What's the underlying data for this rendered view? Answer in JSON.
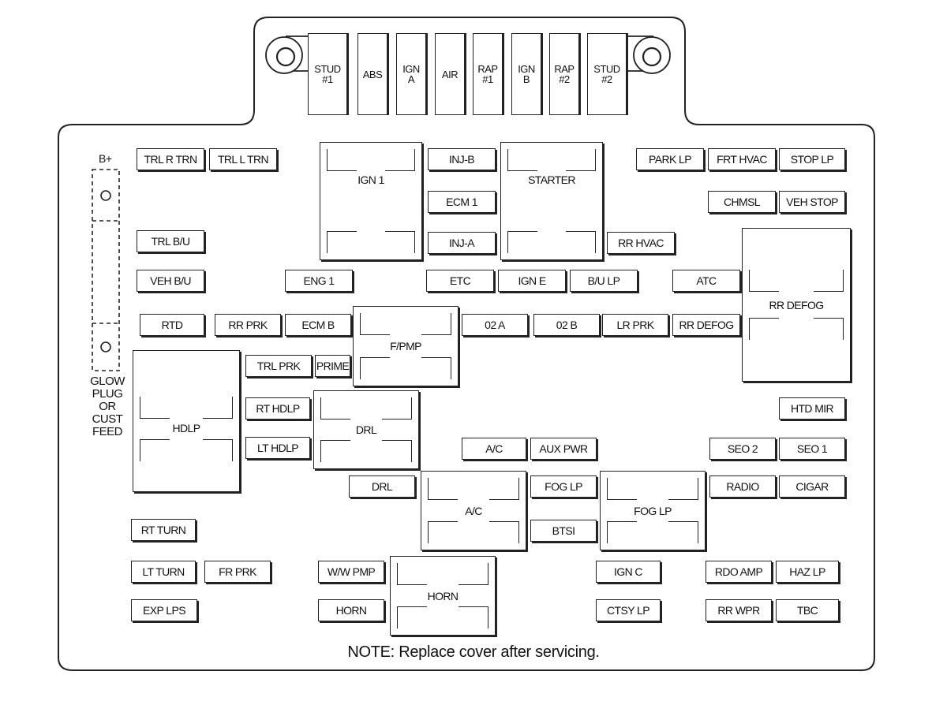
{
  "note": "NOTE: Replace cover after servicing.",
  "bplus_label": "B+",
  "glow_label": "GLOW\nPLUG\nOR\nCUST\nFEED",
  "maxi_fuses": [
    {
      "id": "stud-1",
      "label": "STUD\n#1"
    },
    {
      "id": "abs",
      "label": "ABS"
    },
    {
      "id": "ign-a",
      "label": "IGN\nA"
    },
    {
      "id": "air",
      "label": "AIR"
    },
    {
      "id": "rap-1",
      "label": "RAP\n#1"
    },
    {
      "id": "ign-b",
      "label": "IGN\nB"
    },
    {
      "id": "rap-2",
      "label": "RAP\n#2"
    },
    {
      "id": "stud-2",
      "label": "STUD\n#2"
    }
  ],
  "fuses": [
    {
      "id": "trl-r-trn",
      "label": "TRL R TRN"
    },
    {
      "id": "trl-l-trn",
      "label": "TRL L TRN"
    },
    {
      "id": "inj-b",
      "label": "INJ-B"
    },
    {
      "id": "ecm-1",
      "label": "ECM 1"
    },
    {
      "id": "inj-a",
      "label": "INJ-A"
    },
    {
      "id": "park-lp",
      "label": "PARK LP"
    },
    {
      "id": "frt-hvac",
      "label": "FRT HVAC"
    },
    {
      "id": "stop-lp",
      "label": "STOP LP"
    },
    {
      "id": "chmsl",
      "label": "CHMSL"
    },
    {
      "id": "veh-stop",
      "label": "VEH STOP"
    },
    {
      "id": "rr-hvac",
      "label": "RR HVAC"
    },
    {
      "id": "trl-bu",
      "label": "TRL B/U"
    },
    {
      "id": "veh-bu",
      "label": "VEH B/U"
    },
    {
      "id": "eng-1",
      "label": "ENG 1"
    },
    {
      "id": "etc",
      "label": "ETC"
    },
    {
      "id": "ign-e",
      "label": "IGN E"
    },
    {
      "id": "bu-lp",
      "label": "B/U LP"
    },
    {
      "id": "atc",
      "label": "ATC"
    },
    {
      "id": "rtd",
      "label": "RTD"
    },
    {
      "id": "rr-prk",
      "label": "RR PRK"
    },
    {
      "id": "ecm-b",
      "label": "ECM B"
    },
    {
      "id": "o2-a",
      "label": "02 A"
    },
    {
      "id": "o2-b",
      "label": "02 B"
    },
    {
      "id": "lr-prk",
      "label": "LR PRK"
    },
    {
      "id": "rr-defog-fuse",
      "label": "RR DEFOG"
    },
    {
      "id": "trl-prk",
      "label": "TRL PRK"
    },
    {
      "id": "prime",
      "label": "PRIME"
    },
    {
      "id": "rt-hdlp",
      "label": "RT HDLP"
    },
    {
      "id": "lt-hdlp",
      "label": "LT HDLP"
    },
    {
      "id": "htd-mir",
      "label": "HTD MIR"
    },
    {
      "id": "ac-fuse",
      "label": "A/C"
    },
    {
      "id": "aux-pwr",
      "label": "AUX PWR"
    },
    {
      "id": "seo-2",
      "label": "SEO 2"
    },
    {
      "id": "seo-1",
      "label": "SEO 1"
    },
    {
      "id": "drl-fuse",
      "label": "DRL"
    },
    {
      "id": "fog-lp-fuse",
      "label": "FOG LP"
    },
    {
      "id": "radio",
      "label": "RADIO"
    },
    {
      "id": "cigar",
      "label": "CIGAR"
    },
    {
      "id": "btsi",
      "label": "BTSI"
    },
    {
      "id": "rt-turn",
      "label": "RT TURN"
    },
    {
      "id": "lt-turn",
      "label": "LT TURN"
    },
    {
      "id": "fr-prk",
      "label": "FR PRK"
    },
    {
      "id": "ww-pmp",
      "label": "W/W PMP"
    },
    {
      "id": "ign-c",
      "label": "IGN C"
    },
    {
      "id": "rdo-amp",
      "label": "RDO AMP"
    },
    {
      "id": "haz-lp",
      "label": "HAZ LP"
    },
    {
      "id": "exp-lps",
      "label": "EXP LPS"
    },
    {
      "id": "horn-fuse",
      "label": "HORN"
    },
    {
      "id": "ctsy-lp",
      "label": "CTSY LP"
    },
    {
      "id": "rr-wpr",
      "label": "RR WPR"
    },
    {
      "id": "tbc",
      "label": "TBC"
    }
  ],
  "relays": [
    {
      "id": "ign-1",
      "label": "IGN 1"
    },
    {
      "id": "starter",
      "label": "STARTER"
    },
    {
      "id": "rr-defog",
      "label": "RR DEFOG"
    },
    {
      "id": "f-pmp",
      "label": "F/PMP"
    },
    {
      "id": "hdlp",
      "label": "HDLP"
    },
    {
      "id": "drl",
      "label": "DRL"
    },
    {
      "id": "ac",
      "label": "A/C"
    },
    {
      "id": "fog-lp",
      "label": "FOG LP"
    },
    {
      "id": "horn",
      "label": "HORN"
    }
  ]
}
